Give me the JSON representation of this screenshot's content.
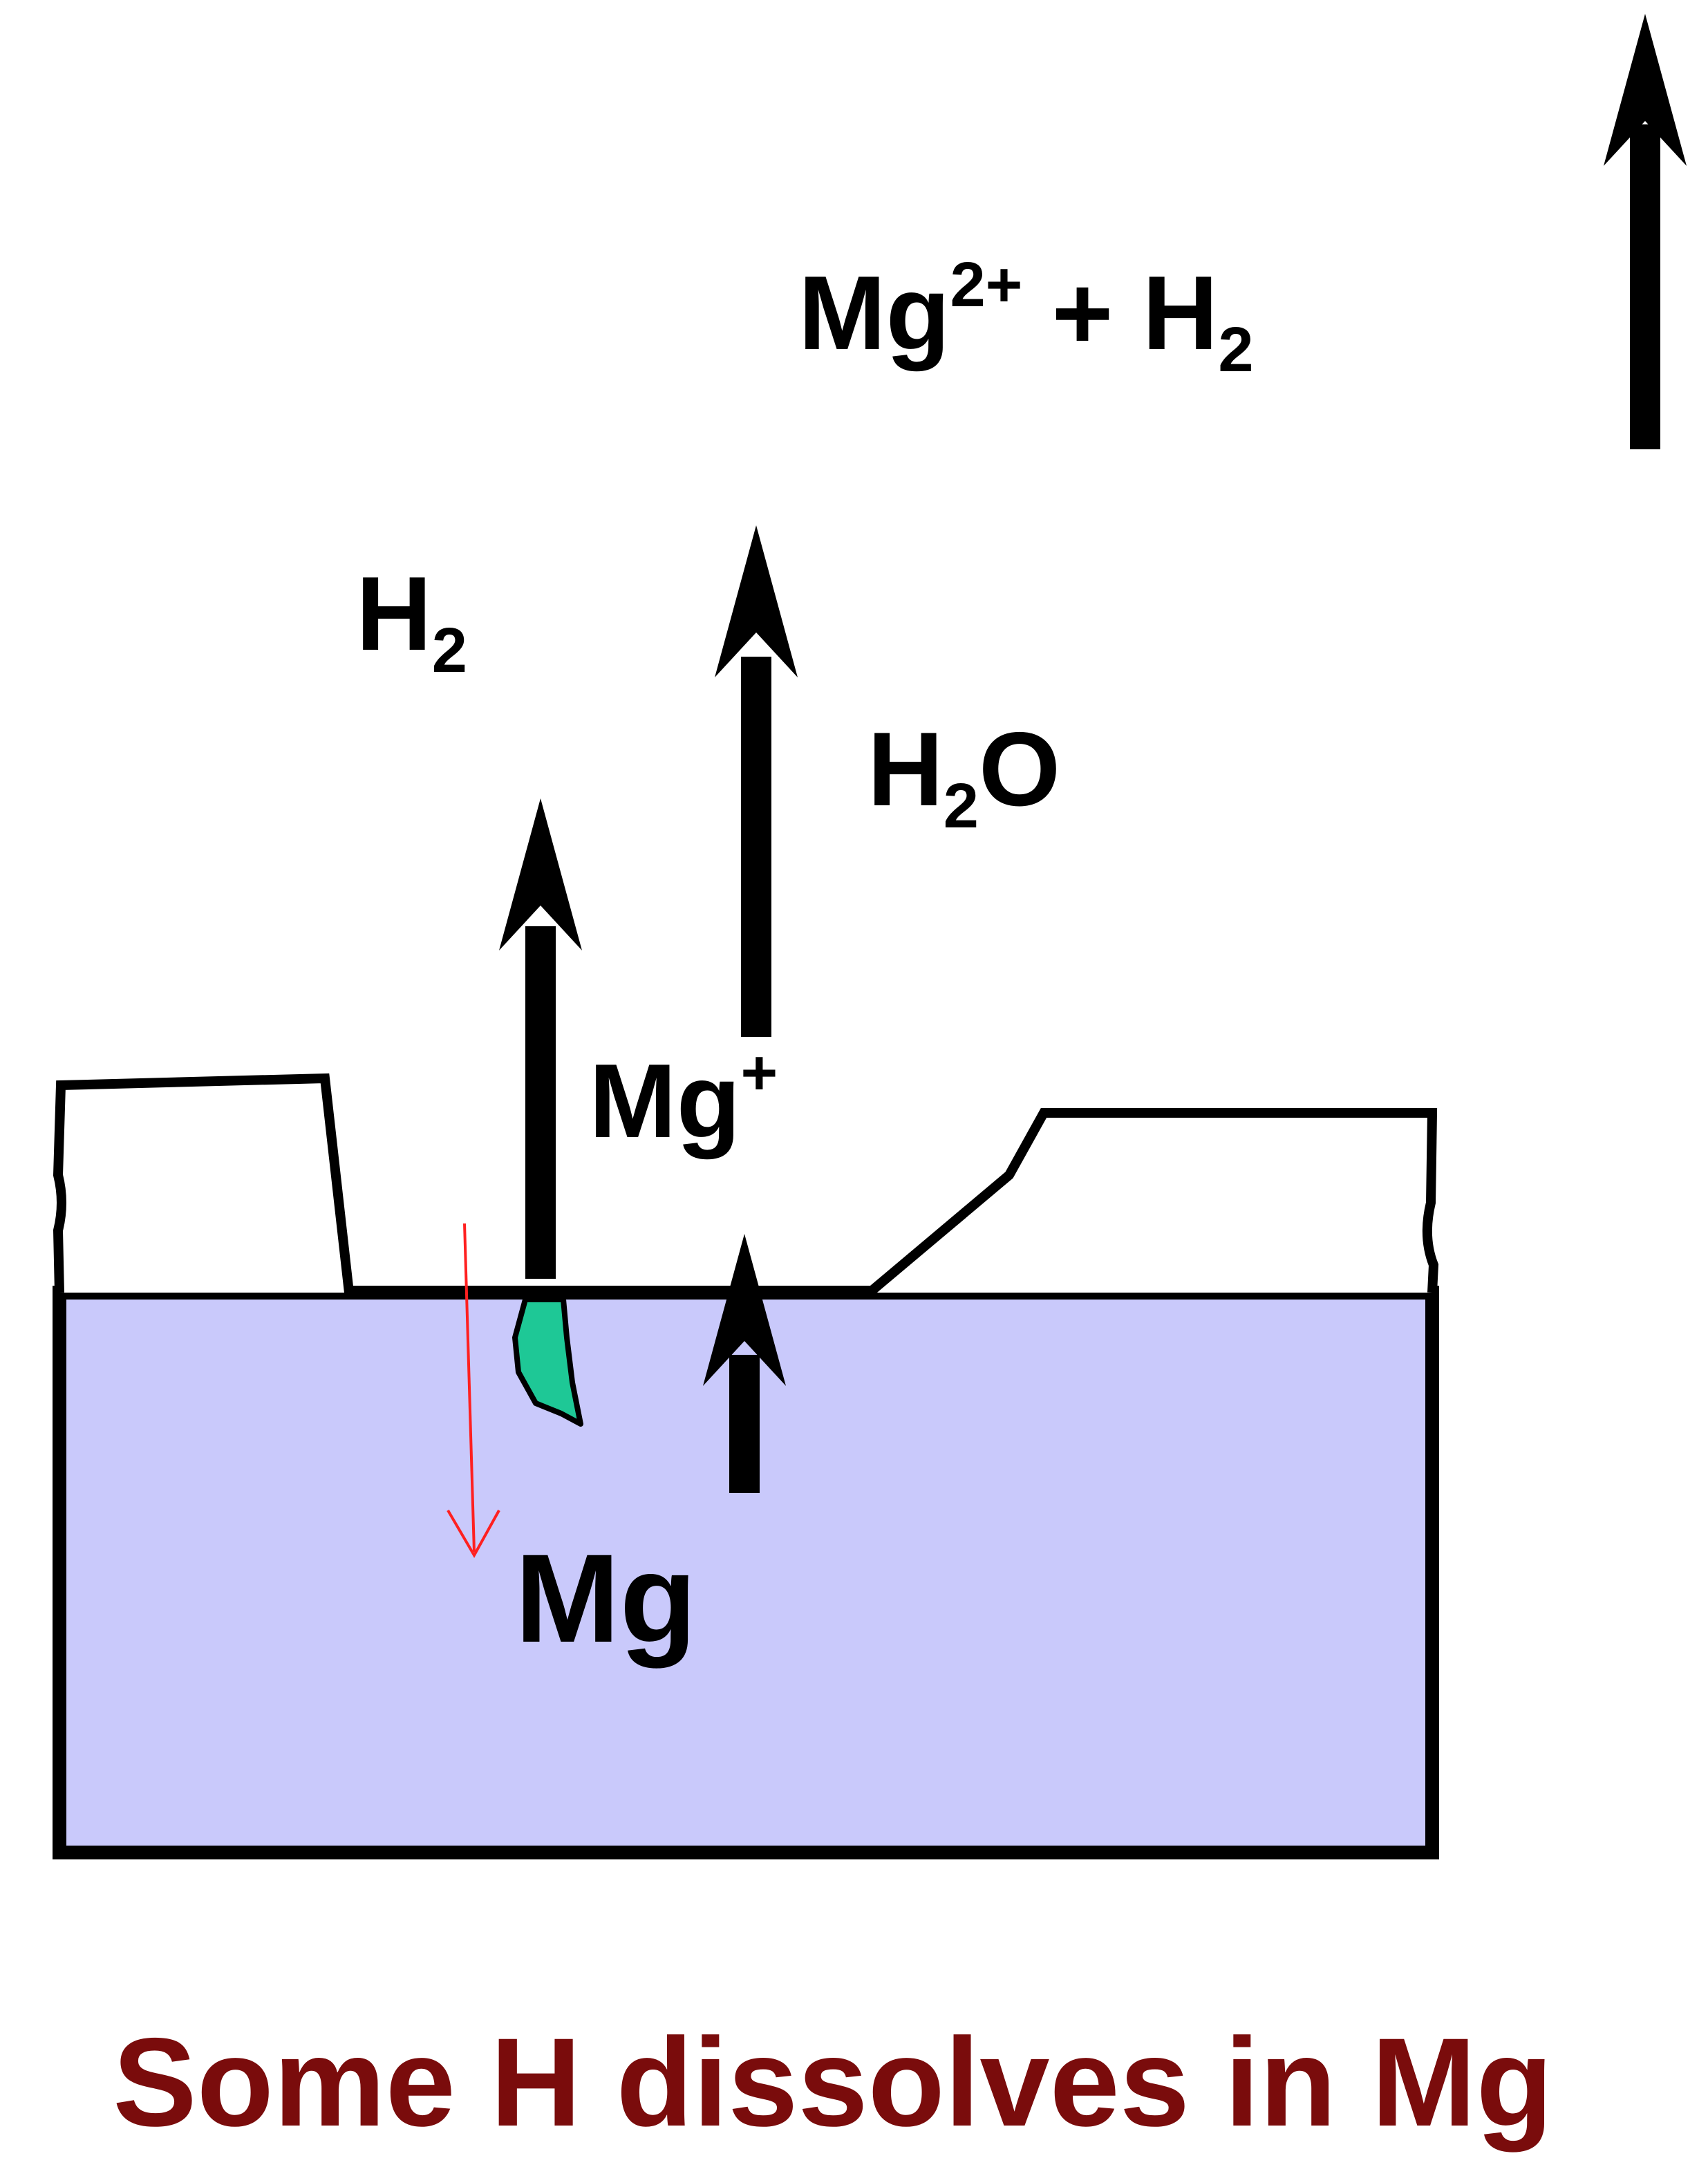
{
  "labels": {
    "mg2_plus_h2": {
      "base": "Mg",
      "sup": "2+",
      "plus": " + H",
      "sub": "2"
    },
    "h2": {
      "base": "H",
      "sub": "2"
    },
    "h2o": {
      "base": "H",
      "sub": "2",
      "tail": "O"
    },
    "mg_plus": {
      "base": "Mg",
      "sup": "+"
    },
    "mg": "Mg"
  },
  "caption": "Some H dissolves in Mg",
  "colors": {
    "substrate": "#c9c9fb",
    "outline": "#000000",
    "particle": "#1ec896",
    "hydrogen_arrow": "#ff2020",
    "caption": "#7a0c0c"
  }
}
